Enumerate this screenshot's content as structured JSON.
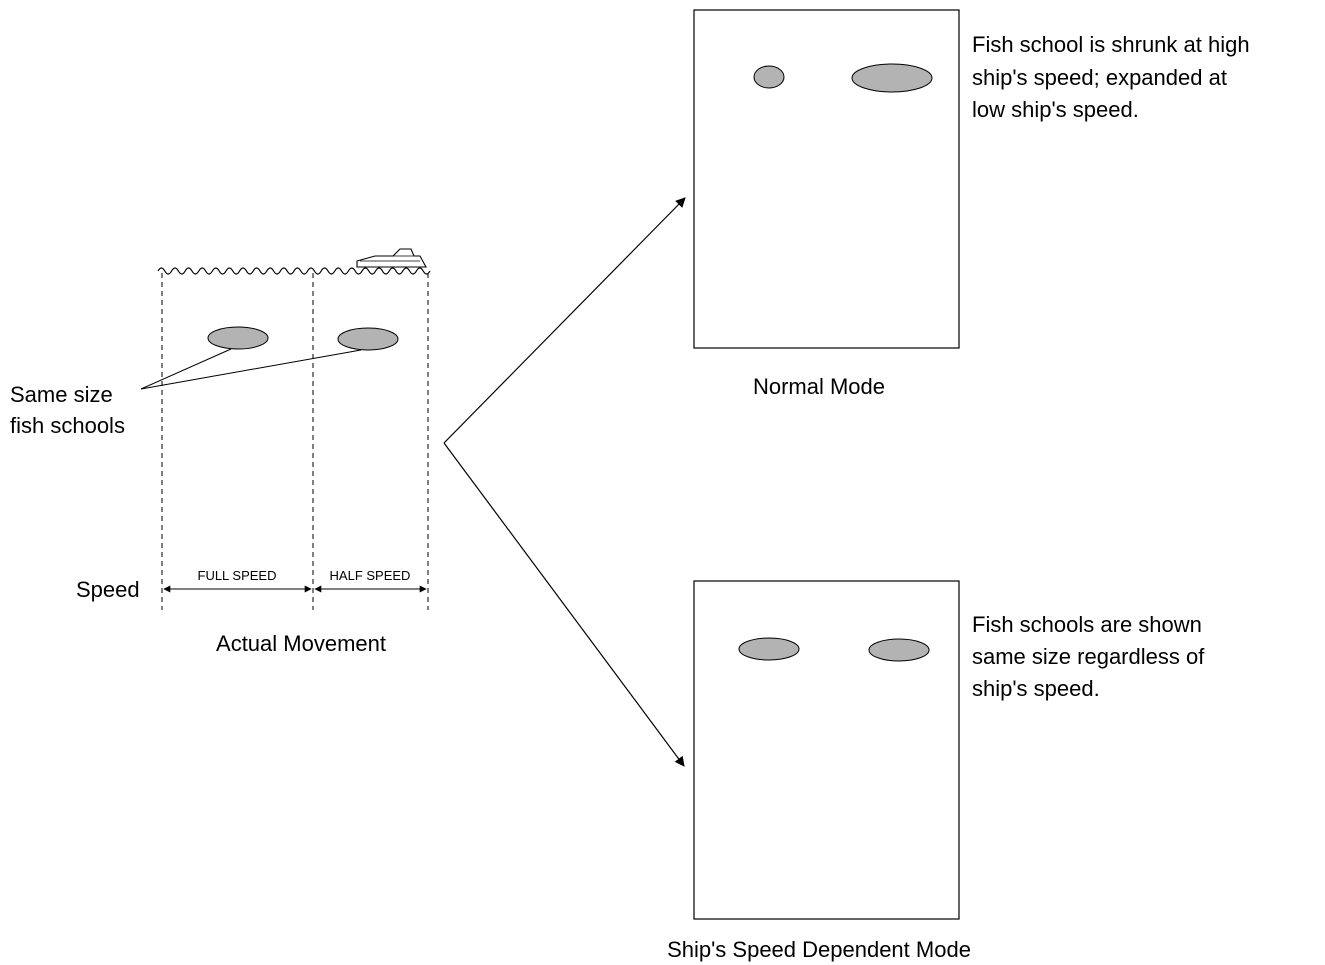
{
  "actual": {
    "caption": "Actual Movement",
    "callout_lines": [
      "Same size",
      "fish schools"
    ],
    "speed_label": "Speed",
    "full_speed": "FULL SPEED",
    "half_speed": "HALF SPEED"
  },
  "normal_mode": {
    "caption": "Normal Mode",
    "note_lines": [
      "Fish school is shrunk at high",
      "ship's speed; expanded at",
      "low ship's speed."
    ]
  },
  "speed_dependent_mode": {
    "caption": "Ship's Speed Dependent Mode",
    "note_lines": [
      "Fish schools are shown",
      "same size regardless of",
      "ship's speed."
    ]
  },
  "colors": {
    "fish_fill": "#b3b3b3",
    "stroke": "#000000",
    "background": "#ffffff"
  }
}
